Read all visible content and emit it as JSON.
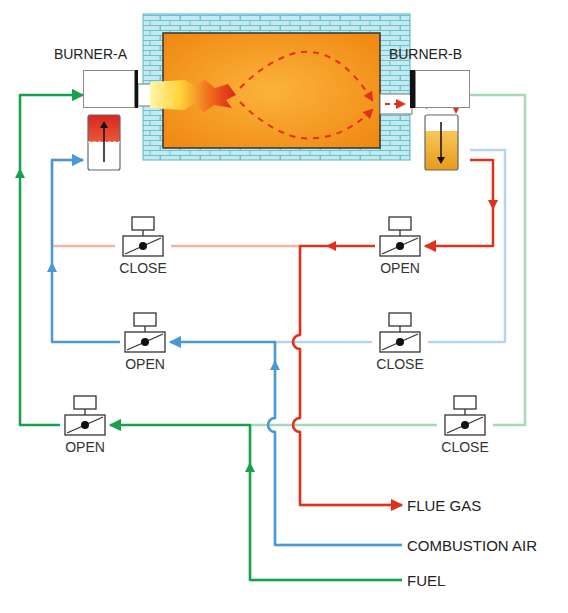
{
  "diagram": {
    "nodes": [
      {
        "text": [
          "BURNER-A"
        ]
      },
      {
        "text": [
          "BURNER-B"
        ]
      },
      {
        "text": [
          "CLOSE"
        ]
      },
      {
        "text": [
          "OPEN"
        ]
      },
      {
        "text": [
          "OPEN"
        ]
      },
      {
        "text": [
          "CLOSE"
        ]
      },
      {
        "text": [
          "OPEN"
        ]
      },
      {
        "text": [
          "CLOSE"
        ]
      },
      {
        "text": [
          "FLUE GAS"
        ]
      },
      {
        "text": [
          "COMBUSTION AIR"
        ]
      },
      {
        "text": [
          "FUEL"
        ]
      }
    ],
    "edges": [
      {
        "from": 1,
        "to": 3,
        "arrow": "to"
      },
      {
        "from": 3,
        "to": 8,
        "arrow": "to"
      },
      {
        "from": 9,
        "to": 4,
        "arrow": "to"
      },
      {
        "from": 4,
        "to": 0,
        "arrow": "to"
      },
      {
        "from": 9,
        "to": 5,
        "arrow": "none"
      },
      {
        "from": 5,
        "to": 1,
        "arrow": "none"
      },
      {
        "from": 10,
        "to": 6,
        "arrow": "to"
      },
      {
        "from": 6,
        "to": 0,
        "arrow": "to"
      },
      {
        "from": 10,
        "to": 7,
        "arrow": "none"
      },
      {
        "from": 7,
        "to": 1,
        "arrow": "none"
      },
      {
        "from": 0,
        "to": 2,
        "arrow": "none"
      },
      {
        "from": 2,
        "to": 8,
        "arrow": "none"
      }
    ]
  }
}
